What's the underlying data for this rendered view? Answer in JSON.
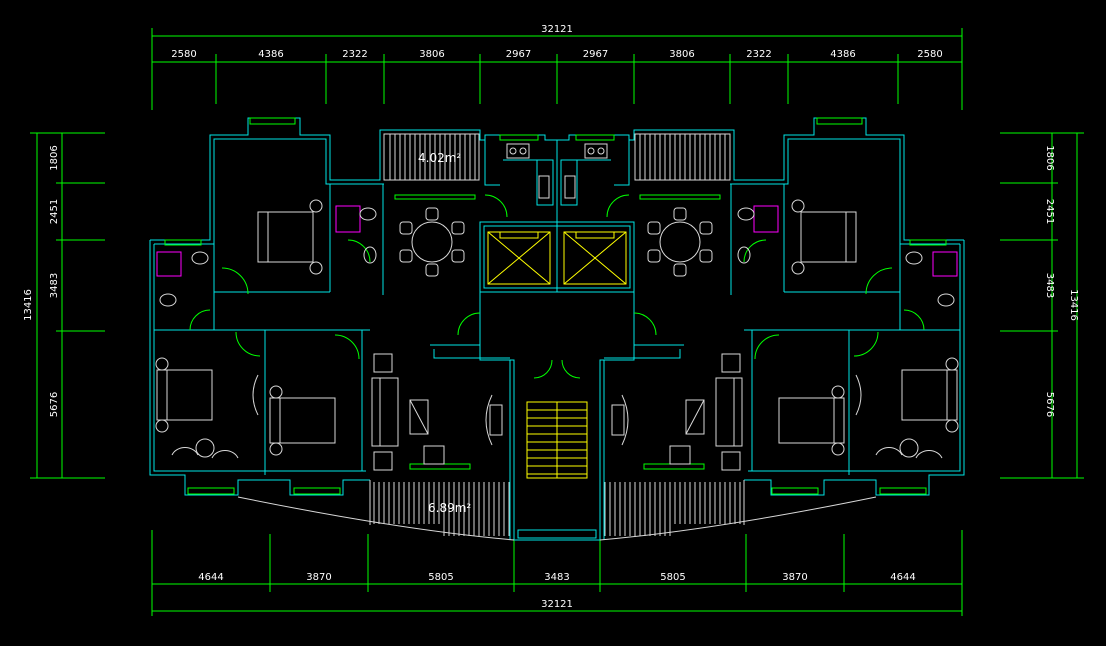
{
  "dimensions": {
    "top_total": "32121",
    "top_segments": [
      "2580",
      "4386",
      "2322",
      "3806",
      "2967",
      "2967",
      "3806",
      "2322",
      "4386",
      "2580"
    ],
    "bottom_total": "32121",
    "bottom_segments": [
      "4644",
      "3870",
      "5805",
      "3483",
      "5805",
      "3870",
      "4644"
    ],
    "left_total": "13416",
    "left_segments": [
      "1806",
      "2451",
      "3483",
      "5676"
    ],
    "right_total": "13416",
    "right_segments": [
      "1806",
      "2451",
      "3483",
      "5676"
    ]
  },
  "areas": {
    "north_balcony": "4.02m²",
    "south_balcony": "6.89m²"
  },
  "colors": {
    "background": "#000000",
    "dimension_lines": "#00ff00",
    "walls": "#00e5e5",
    "furniture": "#d8d8d8",
    "sanitary": "#ff00ff",
    "stair_elevator": "#ffff00",
    "text": "#ffffff"
  }
}
